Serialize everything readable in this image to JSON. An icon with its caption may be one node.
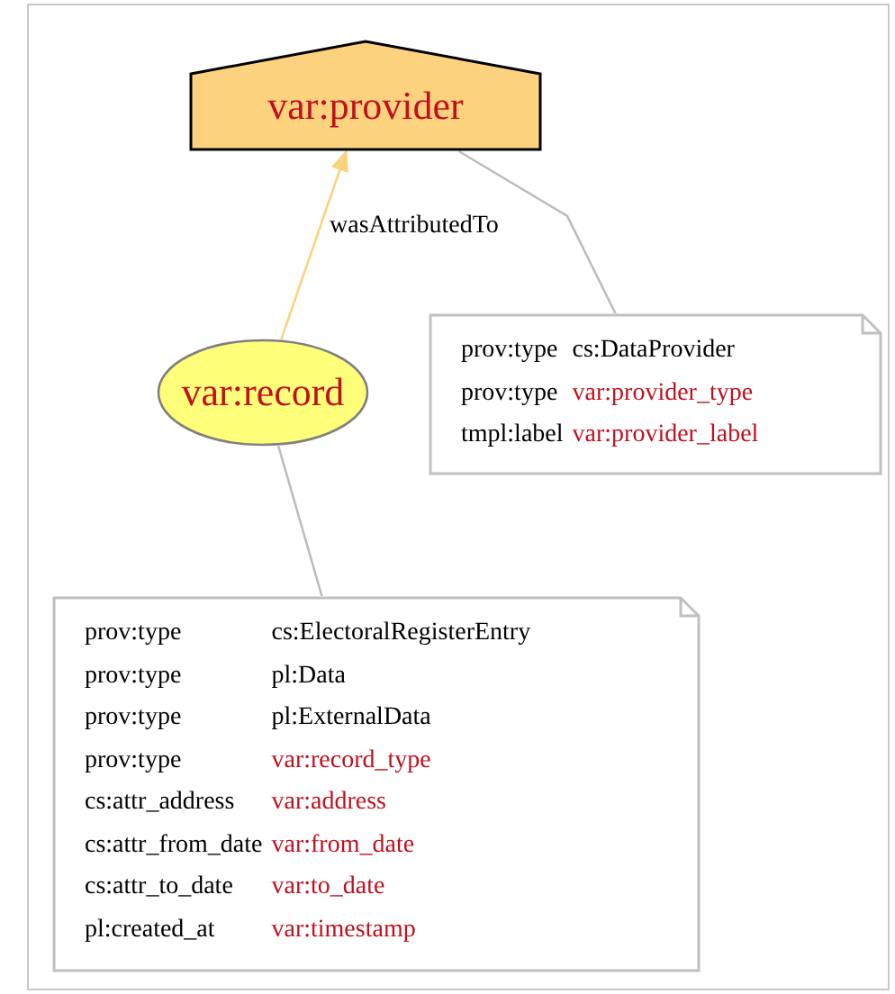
{
  "diagram": {
    "nodes": [
      {
        "text": [
          "var:provider"
        ]
      },
      {
        "text": [
          "var:record"
        ]
      },
      {
        "text": [
          "prov:type",
          "cs:DataProvider",
          "prov:type",
          "var:provider_type",
          "tmpl:label",
          "var:provider_label"
        ]
      },
      {
        "text": [
          "prov:type",
          "cs:ElectoralRegisterEntry",
          "prov:type",
          "pl:Data",
          "prov:type",
          "pl:ExternalData",
          "prov:type",
          "var:record_type",
          "cs:attr_address",
          "var:address",
          "cs:attr_from_date",
          "var:from_date",
          "cs:attr_to_date",
          "var:to_date",
          "pl:created_at",
          "var:timestamp"
        ]
      }
    ],
    "edges": [
      {
        "from": 1,
        "to": 0,
        "arrow": "to",
        "label": "wasAttributedTo",
        "color": "#fdd27e"
      },
      {
        "from": 0,
        "to": 2,
        "arrow": "none"
      },
      {
        "from": 1,
        "to": 3,
        "arrow": "none"
      }
    ]
  }
}
